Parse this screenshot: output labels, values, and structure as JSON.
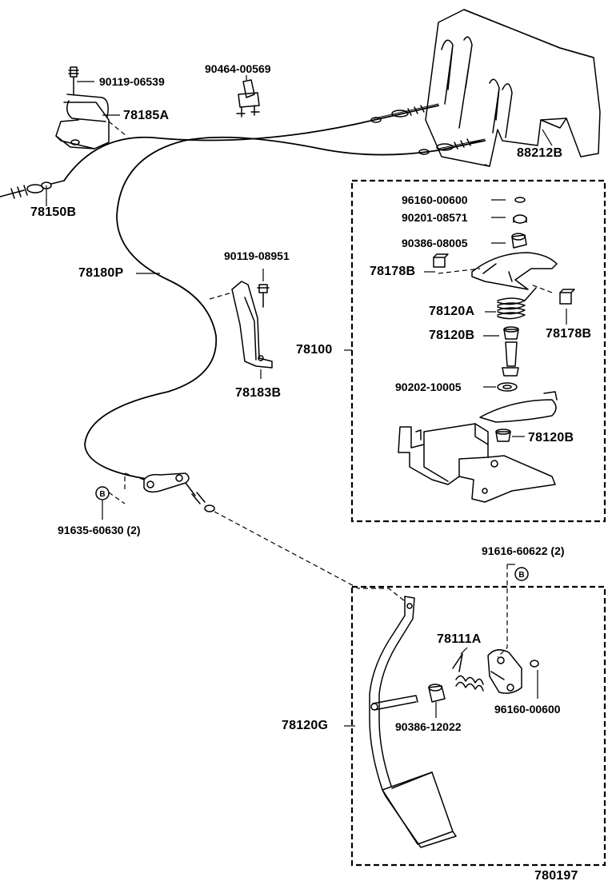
{
  "labels": {
    "p90119_06539": "90119-06539",
    "p90464_00569": "90464-00569",
    "p78185A": "78185A",
    "p88212B": "88212B",
    "p78150B": "78150B",
    "p96160_00600_top": "96160-00600",
    "p90201_08571": "90201-08571",
    "p90386_08005": "90386-08005",
    "p90119_08951": "90119-08951",
    "p78178B_left": "78178B",
    "p78180P": "78180P",
    "p78120A": "78120A",
    "p78120B_mid": "78120B",
    "p78178B_right": "78178B",
    "p78100": "78100",
    "p78183B": "78183B",
    "p90202_10005": "90202-10005",
    "p78120B_low": "78120B",
    "p91635_60630": "91635-60630 (2)",
    "p91616_60622": "91616-60622 (2)",
    "p78111A": "78111A",
    "p78120G": "78120G",
    "p90386_12022": "90386-12022",
    "p96160_00600_bot": "96160-00600",
    "p780197": "780197"
  },
  "markers": {
    "b_circle_label": "B"
  }
}
